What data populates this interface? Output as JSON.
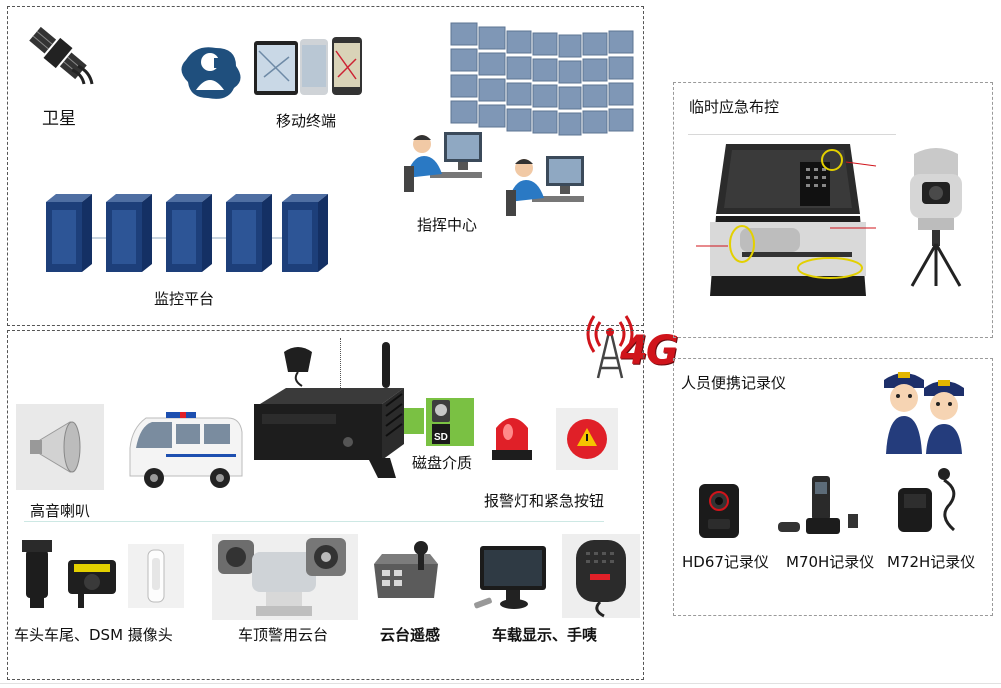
{
  "top_panel": {
    "satellite_label": "卫星",
    "mobile_label": "移动终端",
    "command_label": "指挥中心",
    "monitor_label": "监控平台"
  },
  "network": {
    "badge": "4G"
  },
  "emergency_panel": {
    "title": "临时应急布控"
  },
  "recorder_panel": {
    "title": "人员便携记录仪",
    "devices": [
      {
        "label": "HD67记录仪"
      },
      {
        "label": "M70H记录仪"
      },
      {
        "label": "M72H记录仪"
      }
    ]
  },
  "vehicle_panel": {
    "speaker_label": "高音喇叭",
    "storage_label": "磁盘介质",
    "alarm_label": "报警灯和紧急按钮",
    "camera_label": "车头车尾、DSM 摄像头",
    "ptz_label": "车顶警用云台",
    "joystick_label": "云台遥感",
    "display_label": "车载显示、手咦"
  },
  "colors": {
    "server_blue": "#1d3f7a",
    "wall_blue": "#7f97b6",
    "signal_red": "#d0141b",
    "storage_green": "#7ac143"
  }
}
